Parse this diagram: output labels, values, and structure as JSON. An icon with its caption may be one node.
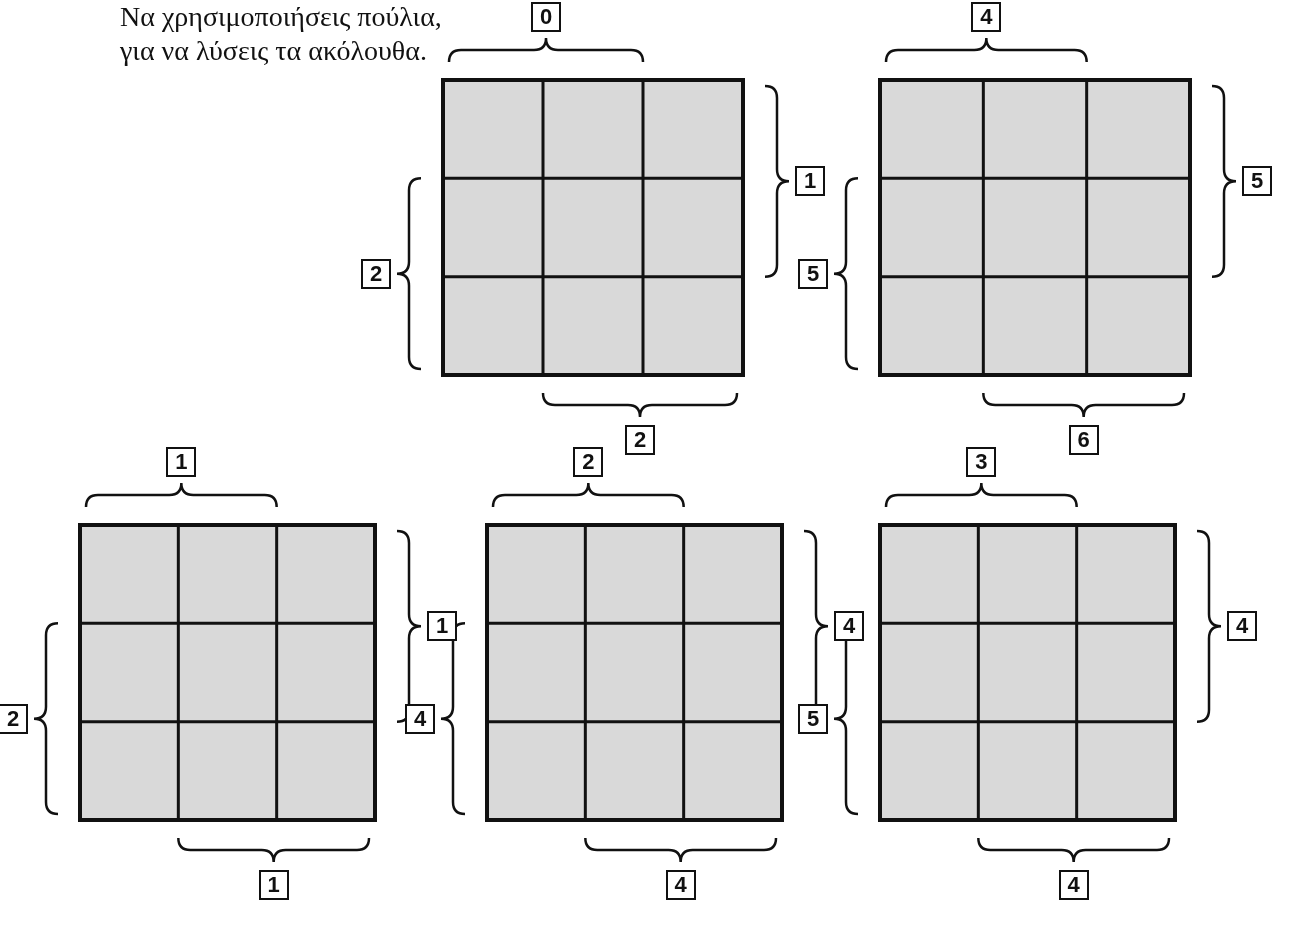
{
  "diagram": {
    "title": "Να χρησιμοποιήσεις πούλια, για να λύσεις τα ακόλουθα.",
    "labels": [
      "0",
      "1",
      "2",
      "2",
      "4",
      "5",
      "5",
      "6",
      "1",
      "1",
      "2",
      "1",
      "2",
      "4",
      "4",
      "4",
      "3",
      "4",
      "5",
      "4"
    ]
  }
}
